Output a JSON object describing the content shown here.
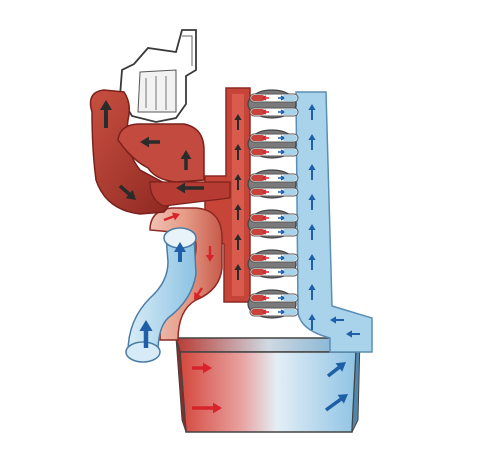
{
  "diagram": {
    "colors": {
      "hot": "#c8443a",
      "hot_dark": "#9e2a25",
      "hot_light": "#e7a08f",
      "cold": "#a7d2ea",
      "cold_dark": "#5d9dc7",
      "arrow_hot": "#d8232a",
      "arrow_cold": "#1f5fa8",
      "arrow_dark": "#2b2b2b",
      "cylinder": "#7a7a7a",
      "outline": "#3a3a3a"
    },
    "components": [
      {
        "name": "turbocharger",
        "icon": "turbo-icon"
      },
      {
        "name": "exhaust-manifold",
        "icon": "manifold-icon"
      },
      {
        "name": "intake-manifold",
        "icon": "manifold-icon"
      },
      {
        "name": "cylinders",
        "icon": "cylinder-icon",
        "count": 6
      },
      {
        "name": "charge-air-cooler",
        "icon": "cooler-icon"
      }
    ]
  }
}
